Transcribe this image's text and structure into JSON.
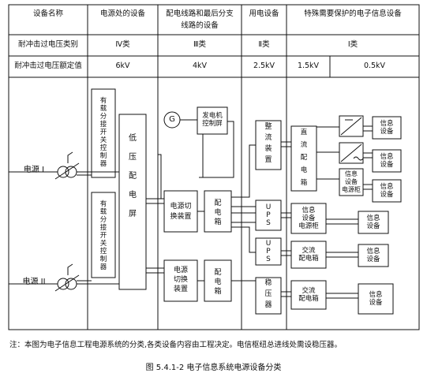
{
  "header": {
    "col1": "设备名称",
    "col2": "电源处的设备",
    "col3_line1": "配电线路和最后分支",
    "col3_line2": "线路的设备",
    "col4": "用电设备",
    "col5": "特殊需要保护的电子信息设备"
  },
  "row_category": {
    "label": "耐冲击过电压类别",
    "c2": "Ⅳ类",
    "c3": "Ⅲ类",
    "c4": "Ⅱ类",
    "c5": "Ⅰ类"
  },
  "row_voltage": {
    "label": "耐冲击过电压额定值",
    "c2": "6kV",
    "c3": "4kV",
    "c4": "2.5kV",
    "c5a": "1.5kV",
    "c5b": "0.5kV"
  },
  "diagram": {
    "source1": "电源 I",
    "source2": "电源 II",
    "tap_switch": "有\n载\n分\n接\n开\n关\n控\n制\n器",
    "lv_panel": "低\n\n压\n\n配\n\n电\n\n屏",
    "generator": "G",
    "genset_ctrl": "发电机\n控制屏",
    "ats1": "电源切\n换装置",
    "ats2": "电源\n切换\n装置",
    "dist_box": "配\n电\n箱",
    "rectifier": "整\n\n流\n\n装\n\n置",
    "ups": "U\nP\nS",
    "stabilizer": "稳\n\n压\n\n器",
    "dc_box": "直\n\n流\n\n配\n\n电\n\n箱",
    "info_power": "信息\n设备\n电源柜",
    "ac_box": "交流\n配电箱",
    "info_dev": "信息\n设备"
  },
  "note": "注：本图为电子信息工程电源系统的分类,各类设备内容由工程决定。电信枢纽总进线处需设稳压器。",
  "caption": "图 5.4.1-2    电子信息系统电源设备分类"
}
